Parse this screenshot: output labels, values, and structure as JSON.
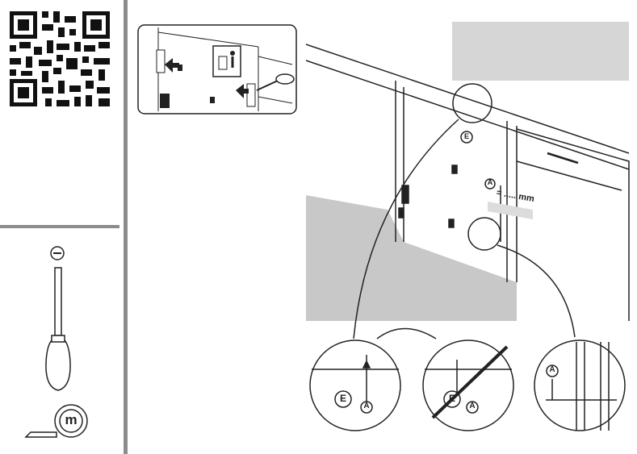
{
  "callout_label": "A",
  "measure_text": "= ..... mm",
  "screwdriver_symbol": "−",
  "tape_letter": "m",
  "hook_letter": "E",
  "icons": {
    "qr": "qr-code-icon",
    "trash": "dispose-trash-icon",
    "screwdriver": "flat-screwdriver-icon",
    "tape": "tape-measure-icon"
  },
  "colors": {
    "line": "#222222",
    "floor": "#c8c8c8",
    "wall": "#d6d6d6",
    "separator": "#8c8c8c",
    "highlight": "#dcdcdc"
  }
}
